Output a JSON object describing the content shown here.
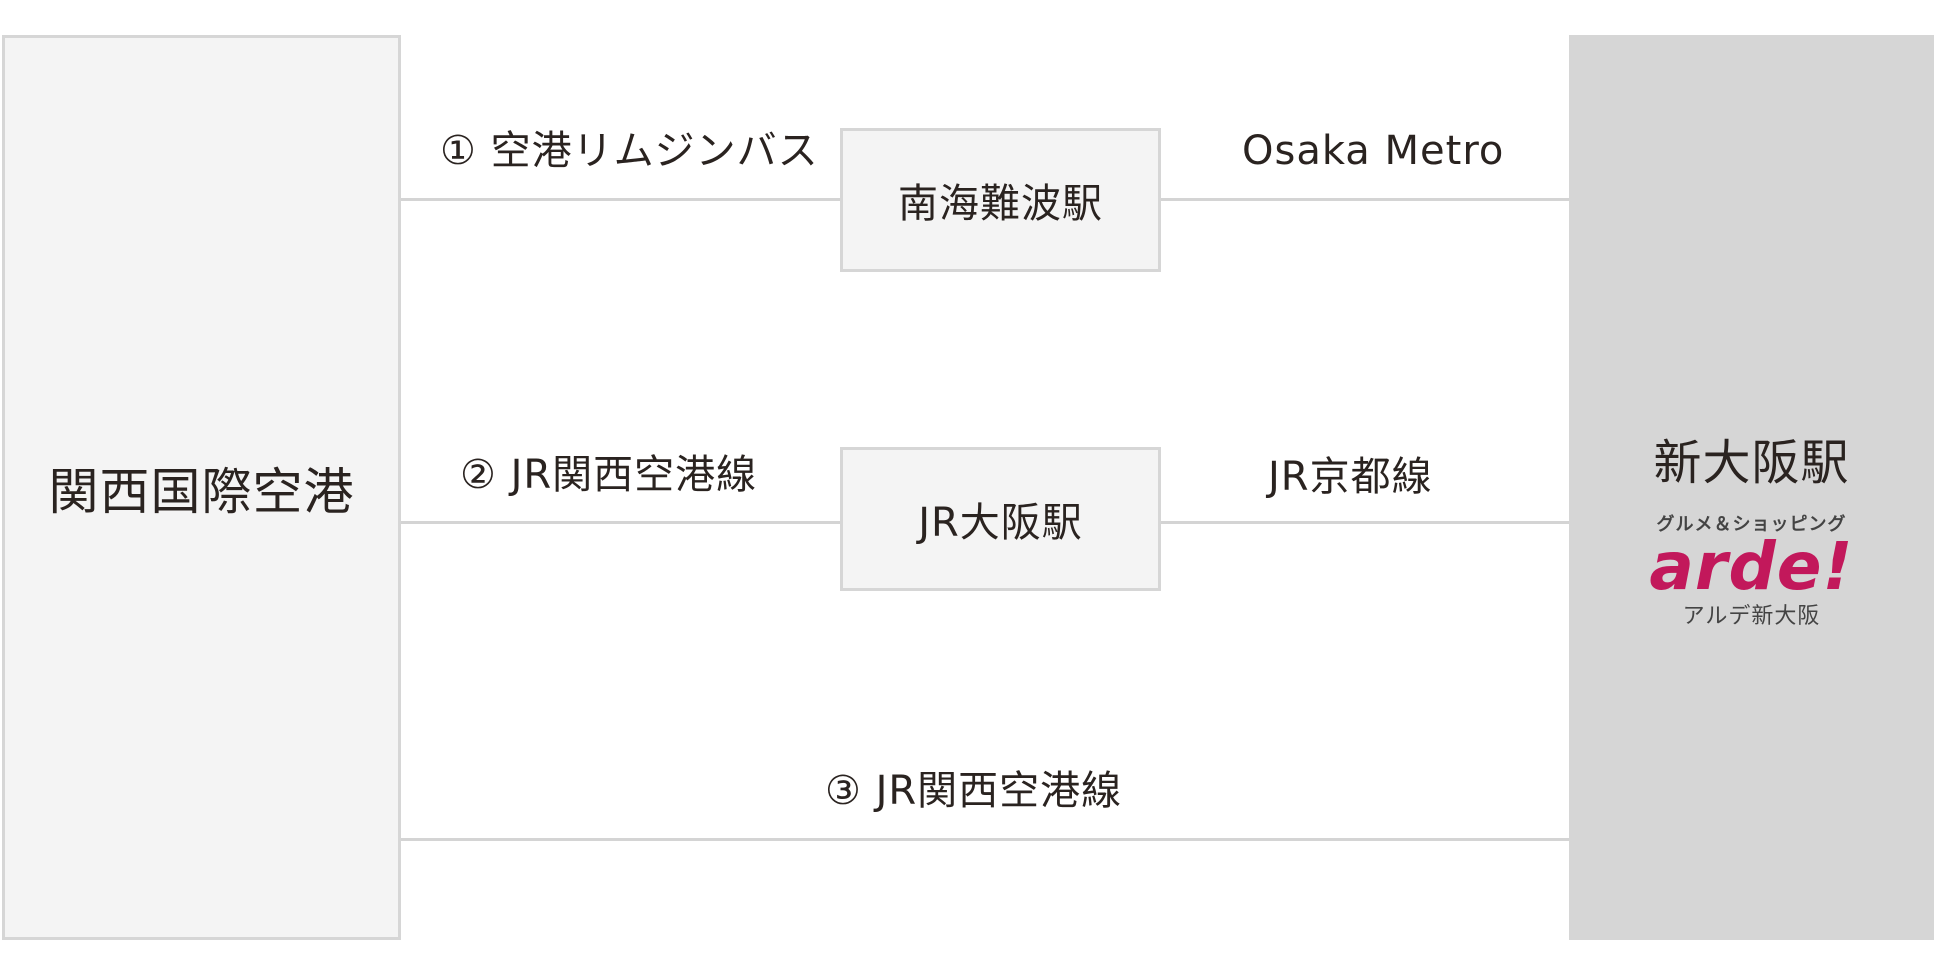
{
  "origin": {
    "label": "関西国際空港"
  },
  "destination": {
    "label": "新大阪駅",
    "logo": {
      "subtitle": "グルメ＆ショッピング",
      "wordmark": "arde!",
      "kana": "アルデ新大阪",
      "color": "#c2185b"
    }
  },
  "routes": [
    {
      "first_leg": "① 空港リムジンバス",
      "transfer_station": "南海難波駅",
      "second_leg": "Osaka Metro"
    },
    {
      "first_leg": "② JR関西空港線",
      "transfer_station": "JR大阪駅",
      "second_leg": "JR京都線"
    },
    {
      "direct_leg": "③ JR関西空港線"
    }
  ],
  "colors": {
    "box_fill": "#f4f4f4",
    "box_border": "#d6d6d6",
    "destination_fill": "#d6d6d6",
    "line": "#d4d4d4",
    "text": "#2a2320"
  }
}
